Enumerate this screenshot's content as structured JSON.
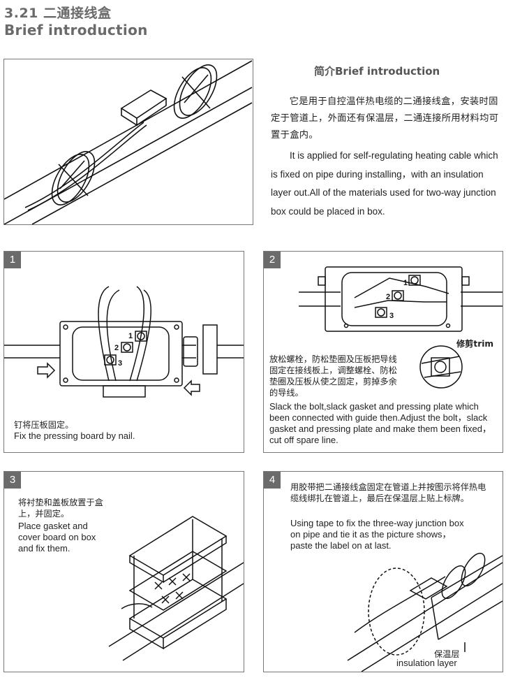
{
  "header": {
    "title_cn": "3.21 二通接线盒",
    "title_en": "Brief introduction"
  },
  "intro": {
    "title": "简介Brief introduction",
    "text_cn": "它是用于自控温伴热电缆的二通接线盒，安装时固定于管道上，外面还有保温层，二通连接所用材料均可置于盒内。",
    "text_en": "It is applied for self-regulating heating cable which is fixed on pipe during installing，with an insulation layer out.All of the materials used for two-way junction box could be placed in box."
  },
  "steps": [
    {
      "number": "1",
      "text_cn": "钉将压板固定。",
      "text_en": "Fix the pressing board by nail.",
      "labels": [
        "1",
        "2",
        "3"
      ]
    },
    {
      "number": "2",
      "trim_label": "修剪trim",
      "text_cn": "放松螺栓，防松垫圈及压板把导线固定在接线板上，调整螺栓、防松垫圈及压板从使之固定，剪掉多余的导线。",
      "text_en": "Slack the bolt,slack gasket and pressing plate which been connected with guide then.Adjust the bolt，slack gasket and pressing plate and make them been fixed，cut off spare line.",
      "labels": [
        "1",
        "2",
        "3"
      ]
    },
    {
      "number": "3",
      "text_cn": "将衬垫和盖板放置于盒上，并固定。",
      "text_en": "Place gasket and cover board on box and fix them."
    },
    {
      "number": "4",
      "text_cn": "用胶带把二通接线盒固定在管道上并按图示将伴热电缆线绑扎在管道上，最后在保温层上贴上标牌。",
      "text_en": "Using tape to fix the three-way junction box on pipe and tie it as the picture shows，paste the label on at last.",
      "insulation_cn": "保温层",
      "insulation_en": "insulation layer"
    }
  ]
}
